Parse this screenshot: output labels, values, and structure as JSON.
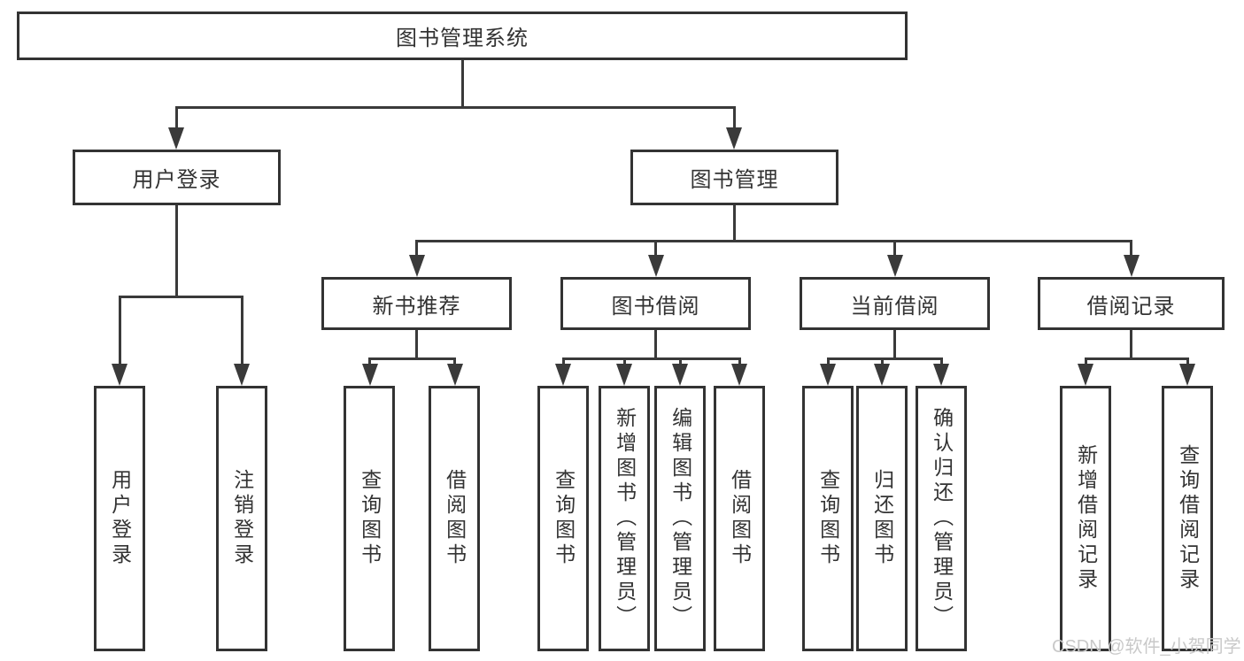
{
  "tree": {
    "root": {
      "label": "图书管理系统"
    },
    "branches": [
      {
        "label": "用户登录",
        "children": [
          {
            "label": "用户登录"
          },
          {
            "label": "注销登录"
          }
        ]
      },
      {
        "label": "图书管理",
        "children": [
          {
            "label": "新书推荐",
            "children": [
              {
                "label": "查询图书"
              },
              {
                "label": "借阅图书"
              }
            ]
          },
          {
            "label": "图书借阅",
            "children": [
              {
                "label": "查询图书"
              },
              {
                "label": "新增图书（管理员）"
              },
              {
                "label": "编辑图书（管理员）"
              },
              {
                "label": "借阅图书"
              }
            ]
          },
          {
            "label": "当前借阅",
            "children": [
              {
                "label": "查询图书"
              },
              {
                "label": "归还图书"
              },
              {
                "label": "确认归还（管理员）"
              }
            ]
          },
          {
            "label": "借阅记录",
            "children": [
              {
                "label": "新增借阅记录"
              },
              {
                "label": "查询借阅记录"
              }
            ]
          }
        ]
      }
    ]
  },
  "watermark": {
    "text": "CSDN @软件_小贺同学"
  },
  "colors": {
    "line": "#3a3a3a",
    "box_border": "#333333",
    "text": "#333333",
    "background": "#ffffff",
    "watermark": "#c9c9c9"
  }
}
